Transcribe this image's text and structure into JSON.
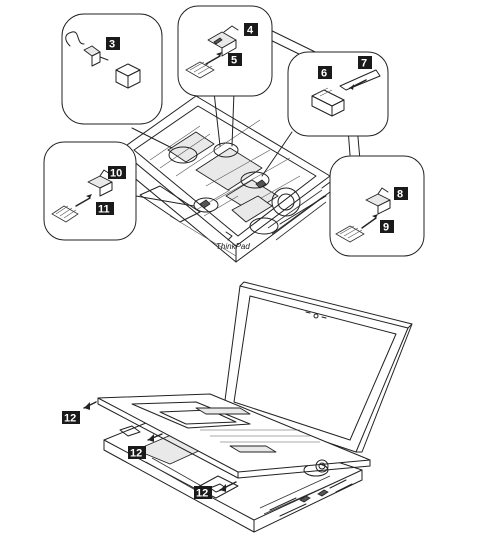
{
  "diagram": {
    "callouts": [
      "3",
      "4",
      "5",
      "6",
      "7",
      "8",
      "9",
      "10",
      "11",
      "12"
    ],
    "brand": "ThinkPad",
    "colors": {
      "line": "#222222",
      "callout_bg": "#1a1a1a",
      "callout_text": "#ffffff",
      "background": "#ffffff"
    }
  }
}
